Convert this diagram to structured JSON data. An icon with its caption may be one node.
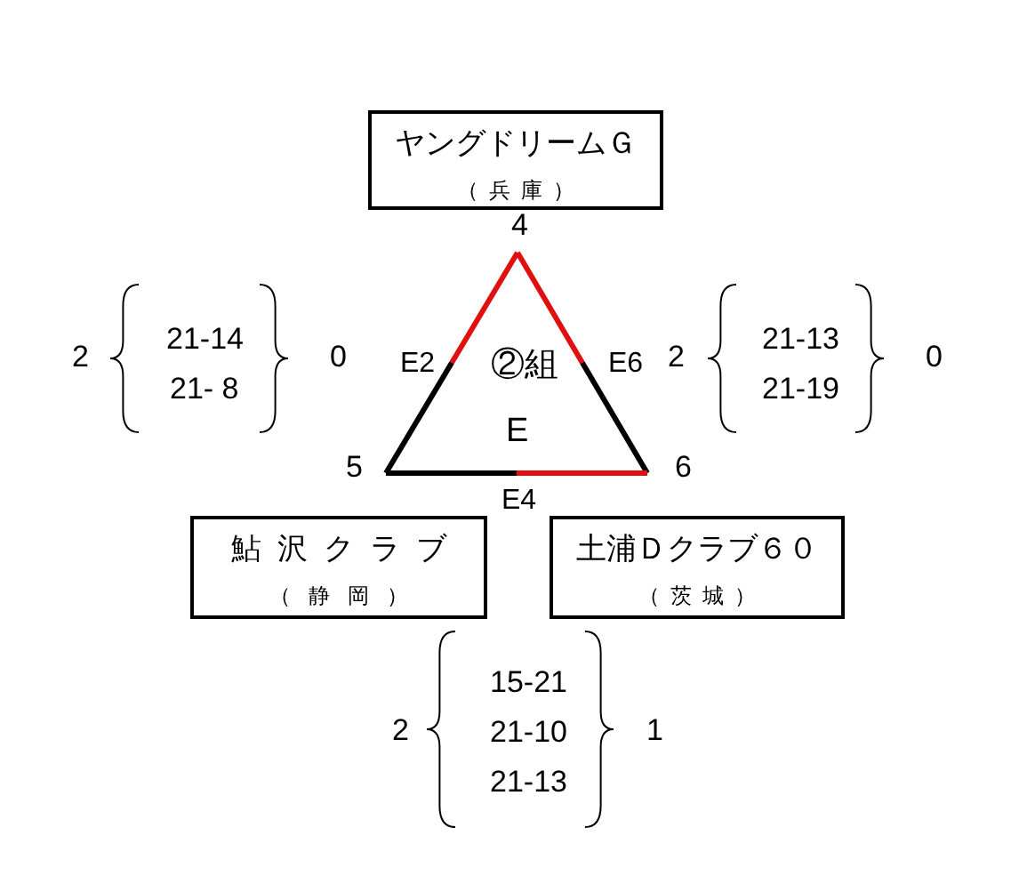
{
  "diagram": {
    "nodes": [
      {
        "text": [
          "ヤングドリームＧ",
          "（兵庫）"
        ]
      },
      {
        "text": [
          "鮎沢クラブ",
          "（静岡）"
        ]
      },
      {
        "text": [
          "土浦Ｄクラブ６０",
          "（茨城）"
        ]
      },
      {
        "text": [
          "4"
        ]
      },
      {
        "text": [
          "5"
        ]
      },
      {
        "text": [
          "6"
        ]
      }
    ],
    "edges": [
      {
        "from": 3,
        "to": 4,
        "arrow": "none",
        "label": "E2"
      },
      {
        "from": 3,
        "to": 5,
        "arrow": "none",
        "label": "E6"
      },
      {
        "from": 4,
        "to": 5,
        "arrow": "none",
        "label": "E4"
      }
    ],
    "labels": [
      "②組",
      "E",
      "2",
      "21-14",
      "21- 8",
      "0",
      "2",
      "21-13",
      "21-19",
      "0",
      "2",
      "15-21",
      "21-10",
      "21-13",
      "1"
    ]
  }
}
